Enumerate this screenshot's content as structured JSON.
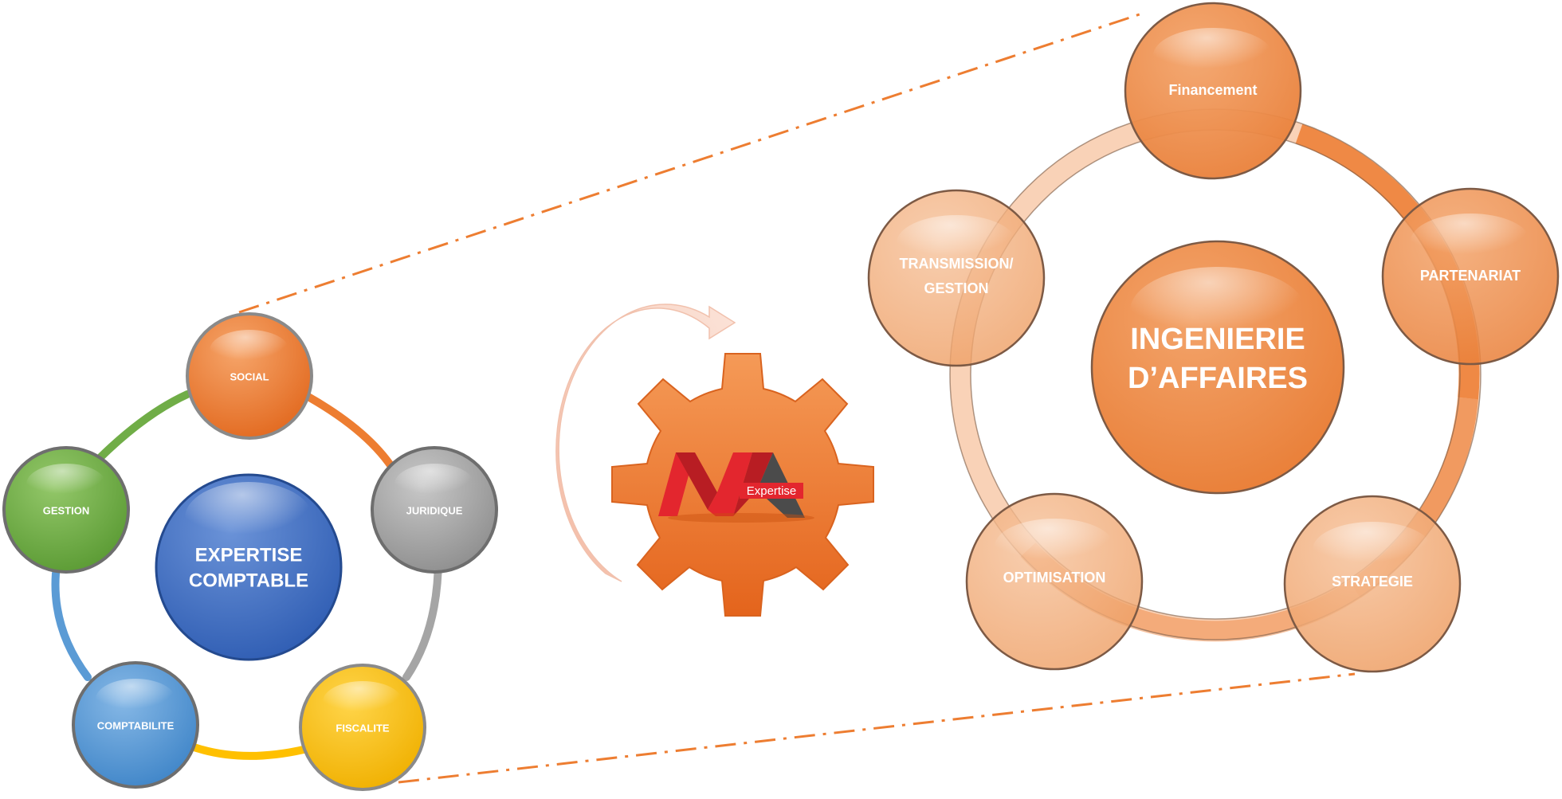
{
  "left_cycle": {
    "center": "EXPERTISE COMPTABLE",
    "center_lines": [
      "EXPERTISE",
      "COMPTABLE"
    ],
    "nodes": [
      {
        "label": "SOCIAL",
        "color": "#ed7d31"
      },
      {
        "label": "JURIDIQUE",
        "color": "#a5a5a5"
      },
      {
        "label": "FISCALITE",
        "color": "#ffc000"
      },
      {
        "label": "COMPTABILITE",
        "color": "#5b9bd5"
      },
      {
        "label": "GESTION",
        "color": "#70ad47"
      }
    ],
    "center_color": "#4472c4"
  },
  "logo": {
    "brand": "Expertise",
    "gear_color": "#ed7d31",
    "accent_color": "#e3262e"
  },
  "right_cycle": {
    "center": "INGENIERIE D'AFFAIRES",
    "center_lines": [
      "INGENIERIE",
      "D’AFFAIRES"
    ],
    "nodes": [
      {
        "label": "Financement"
      },
      {
        "label": "PARTENARIAT"
      },
      {
        "label": "STRATEGIE"
      },
      {
        "label": "OPTIMISATION"
      },
      {
        "label": "TRANSMISSION/ GESTION",
        "lines": [
          "TRANSMISSION/",
          "GESTION"
        ]
      }
    ],
    "color": "#ed7d31"
  }
}
